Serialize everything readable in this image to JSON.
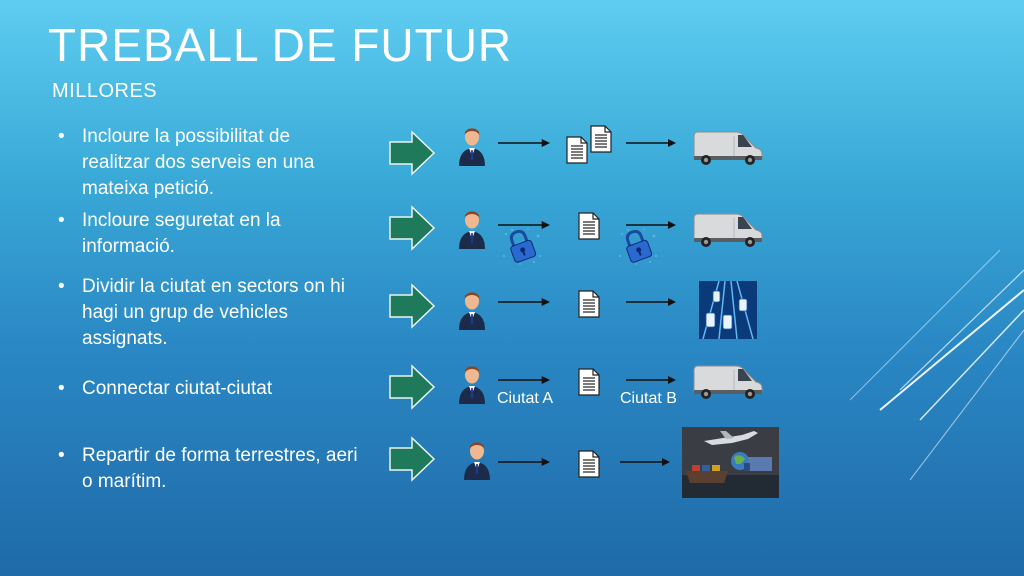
{
  "slide": {
    "title": "TREBALL DE FUTUR",
    "subtitle": "MILLORES"
  },
  "bullets": [
    {
      "marker": "•",
      "text": "Incloure la possibilitat de realitzar dos serveis en una mateixa petició."
    },
    {
      "marker": "•",
      "text": "Incloure seguretat en la informació."
    },
    {
      "marker": "•",
      "text": "Dividir la ciutat en sectors on hi hagi un grup de vehicles assignats."
    },
    {
      "marker": "•",
      "text": "Connectar ciutat-ciutat"
    },
    {
      "marker": "•",
      "text": "Repartir de forma terrestres, aeri o marítim."
    }
  ],
  "diagram": {
    "city_a": "Ciutat A",
    "city_b": "Ciutat B"
  },
  "colors": {
    "arrow_green": "#1e7a5a",
    "bg_top": "#5fcdf0",
    "bg_bottom": "#1f6aa8"
  }
}
